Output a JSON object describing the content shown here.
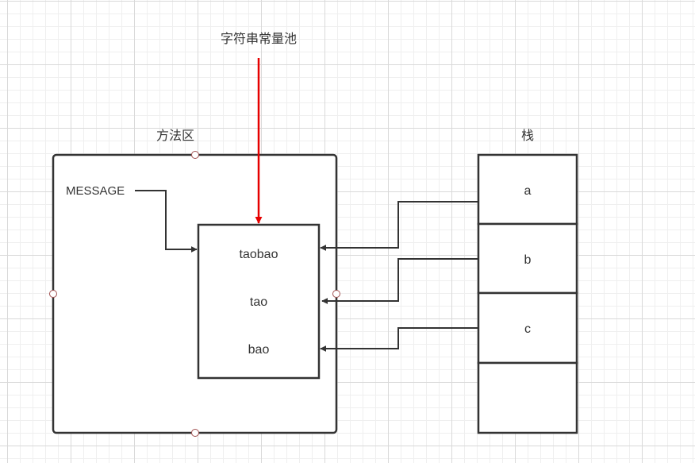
{
  "diagram": {
    "labels": {
      "pool": "字符串常量池",
      "method_area": "方法区",
      "stack": "栈",
      "message": "MESSAGE"
    },
    "pool_entries": [
      "taobao",
      "tao",
      "bao"
    ],
    "stack_cells": [
      "a",
      "b",
      "c",
      ""
    ],
    "colors": {
      "pool_pointer": "#e60000",
      "stroke": "#333333",
      "text": "#333333"
    }
  }
}
